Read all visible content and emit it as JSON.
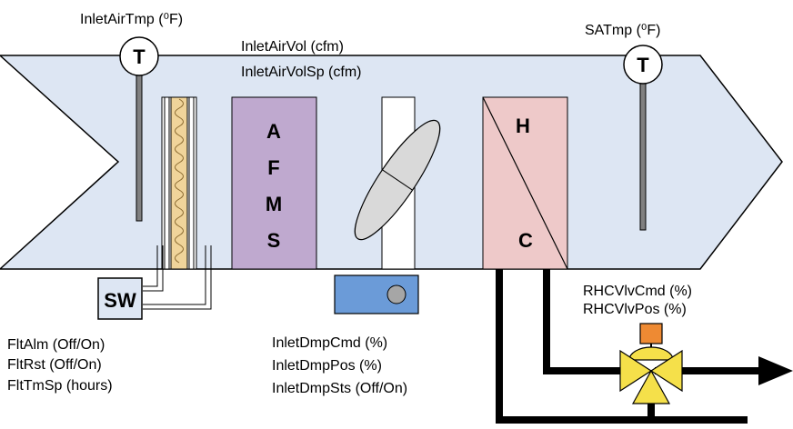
{
  "labels": {
    "inlet_air_temp": "InletAirTmp (⁰F)",
    "inlet_air_vol": "InletAirVol (cfm)",
    "inlet_air_vol_sp": "InletAirVolSp (cfm)",
    "sa_temp": "SATmp (⁰F)",
    "rhc_vlv_cmd": "RHCVlvCmd (%)",
    "rhc_vlv_pos": "RHCVlvPos (%)",
    "flt_alm": "FltAlm (Off/On)",
    "flt_rst": "FltRst (Off/On)",
    "flt_tm_sp": "FltTmSp (hours)",
    "inlet_dmp_cmd": "InletDmpCmd (%)",
    "inlet_dmp_pos": "InletDmpPos (%)",
    "inlet_dmp_sts": "InletDmpSts (Off/On)"
  },
  "symbols": {
    "sensor_letter": "T",
    "switch_label": "SW",
    "afms_letters": [
      "A",
      "F",
      "M",
      "S"
    ],
    "coil_heat": "H",
    "coil_cool": "C"
  },
  "colors": {
    "duct": "#dde6f3",
    "afms": "#bfa9cf",
    "coil": "#eec9c9",
    "actuator": "#6b9bd8",
    "valve": "#f5e04a",
    "valve_actuator": "#ee8a33",
    "filter": "#f0d49a",
    "sensor_stem": "#808080"
  }
}
